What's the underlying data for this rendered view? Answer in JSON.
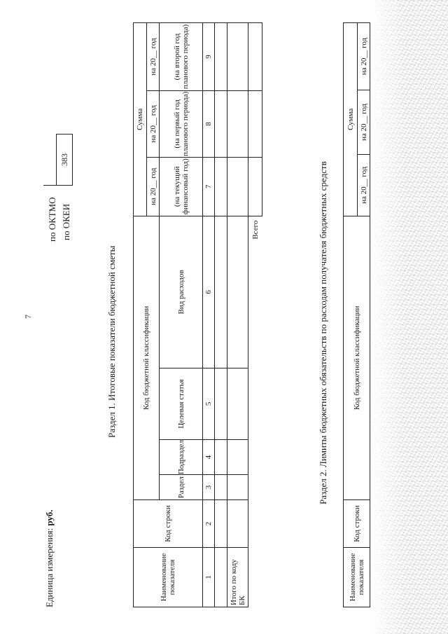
{
  "page_number": "7",
  "unit": {
    "label": "Единица измерения:",
    "value": "руб."
  },
  "codes": {
    "oktmo_label": "по ОКТМО",
    "okei_label": "по ОКЕИ",
    "okei_value": "383",
    "oktmo_value": ""
  },
  "section1": {
    "title": "Раздел 1. Итоговые показатели бюджетной сметы",
    "headers": {
      "name": "Наименование показателя",
      "row_code": "Код строки",
      "bk_code": "Код бюджетной классификации",
      "razdel": "Раздел",
      "podrazdel": "Подраздел",
      "target": "Целевая статья",
      "expense_type": "Вид расходов",
      "sum": "Сумма",
      "year1": "на 20__ год",
      "year2": "на 20__ год",
      "year3": "на 20__ год",
      "year1_note": "(на текущий финансовый год)",
      "year2_note": "(на первый год планового периода)",
      "year3_note": "(на второй год планового периода)"
    },
    "numbers": [
      "1",
      "2",
      "3",
      "4",
      "5",
      "6",
      "7",
      "8",
      "9"
    ],
    "total_bk": "Итого по коду БК",
    "total": "Всего"
  },
  "section2": {
    "title": "Раздел 2. Лимиты бюджетных обязательств по расходам получателя бюджетных средств",
    "headers": {
      "name": "Наименование показателя",
      "row_code": "Код строки",
      "bk_code": "Код бюджетной классификации",
      "sum": "Сумма",
      "year1": "на 20__ год",
      "year2": "на 20__ год",
      "year3": "на 20__ год"
    }
  }
}
